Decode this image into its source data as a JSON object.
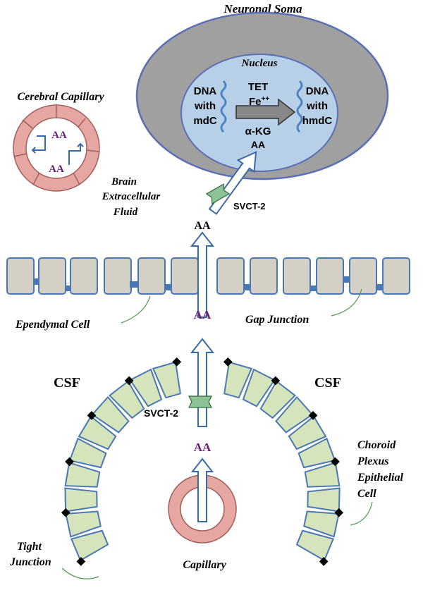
{
  "labels": {
    "neuronal_soma": "Neuronal Soma",
    "nucleus": "Nucleus",
    "dna_left_1": "DNA",
    "dna_left_2": "with",
    "dna_left_3": "mdC",
    "dna_right_1": "DNA",
    "dna_right_2": "with",
    "dna_right_3": "hmdC",
    "tet": "TET",
    "fe_base": "Fe",
    "fe_sup": "++",
    "akg": "α-KG",
    "aa_nucleus": "AA",
    "cerebral_capillary": "Cerebral Capillary",
    "aa_cap_1": "AA",
    "aa_cap_2": "AA",
    "brain_ecf_1": "Brain",
    "brain_ecf_2": "Extracellular",
    "brain_ecf_3": "Fluid",
    "svct2_top": "SVCT-2",
    "aa_above_ependyma": "AA",
    "aa_below_ependyma": "AA",
    "ependymal_cell": "Ependymal Cell",
    "gap_junction": "Gap Junction",
    "csf_left": "CSF",
    "csf_right": "CSF",
    "svct2_bottom": "SVCT-2",
    "aa_capillary": "AA",
    "choroid_1": "Choroid",
    "choroid_2": "Plexus",
    "choroid_3": "Epithelial",
    "choroid_4": "Cell",
    "tight_1": "Tight",
    "tight_2": "Junction",
    "capillary": "Capillary"
  },
  "colors": {
    "soma_fill": "#a0a0a0",
    "soma_stroke": "#5b6fb5",
    "nucleus_fill": "#b8cfe8",
    "dna_wave": "#4a86c5",
    "ependymal_fill": "#d4d0c6",
    "ependymal_stroke": "#4a78b4",
    "choroid_fill": "#d6e4bc",
    "choroid_stroke": "#4a78b4",
    "capillary_ring": "#e6a7a3",
    "transporter": "#8ec398",
    "arrow_fill": "#ffffff",
    "arrow_stroke": "#3a6aa5",
    "aa_purple": "#6a1f7a",
    "pointer_green": "#4f9a4f"
  }
}
